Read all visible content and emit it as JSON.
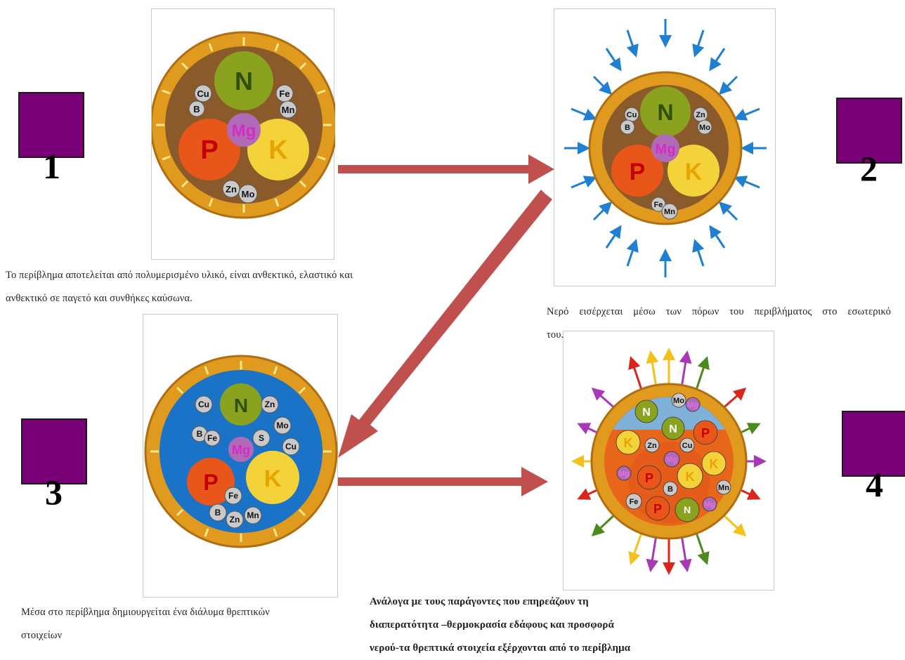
{
  "markers": [
    {
      "label": "1",
      "color": "#7a0078"
    },
    {
      "label": "2",
      "color": "#7a0078"
    },
    {
      "label": "3",
      "color": "#7a0078"
    },
    {
      "label": "4",
      "color": "#7a0078"
    }
  ],
  "captions": {
    "c1": {
      "line1": "Το περίβλημα αποτελείται από πολυμερισμένο υλικό, είναι ανθεκτικό, ελαστικό και",
      "line2": "ανθεκτικό  σε παγετό και συνθήκες καύσωνα."
    },
    "c2": {
      "line1": "Νερό εισέρχεται μέσω των πόρων του περιβλήματος στο εσωτερικό",
      "line2": "του."
    },
    "c3": {
      "line1": "Μέσα στο περίβλημα  δημιουργείται ένα διάλυμα θρεπτικών",
      "line2": "στοιχείων"
    },
    "c4": {
      "line1": "Ανάλογα με τους παράγοντες που επηρεάζουν τη",
      "line2": "διαπερατότητα –θερμοκρασία εδάφους και προσφορά",
      "line3": "νερού-τα θρεπτικά στοιχεία εξέρχονται από το περίβλημα"
    }
  },
  "granule1": {
    "big": [
      "N",
      "P",
      "K"
    ],
    "center": "Mg",
    "small": [
      "Cu",
      "B",
      "Fe",
      "Mn",
      "Zn",
      "Mo"
    ]
  },
  "granule2": {
    "big": [
      "N",
      "P",
      "K"
    ],
    "center": "Mg",
    "small": [
      "Cu",
      "B",
      "Zn",
      "Mo",
      "Fe",
      "Mn"
    ]
  },
  "granule3": {
    "big": [
      "N",
      "P",
      "K"
    ],
    "center": "Mg",
    "small": [
      "Cu",
      "B",
      "Fe",
      "Zn",
      "Mo",
      "S",
      "Cu",
      "Fe",
      "B",
      "Zn",
      "Mn"
    ]
  },
  "granule4": {
    "labels": [
      "Mo",
      "Mg",
      "N",
      "N",
      "P",
      "K",
      "Zn",
      "Cu",
      "Mg",
      "Mg",
      "P",
      "K",
      "K",
      "Mn",
      "B",
      "Fe",
      "P",
      "N",
      "Mg"
    ]
  },
  "colors": {
    "arrow": "#c0504d",
    "shell": "#e09a1e",
    "shell_inner": "#8b5a2b",
    "water": "#1a73c7",
    "water_arrow": "#1f7fd0"
  }
}
